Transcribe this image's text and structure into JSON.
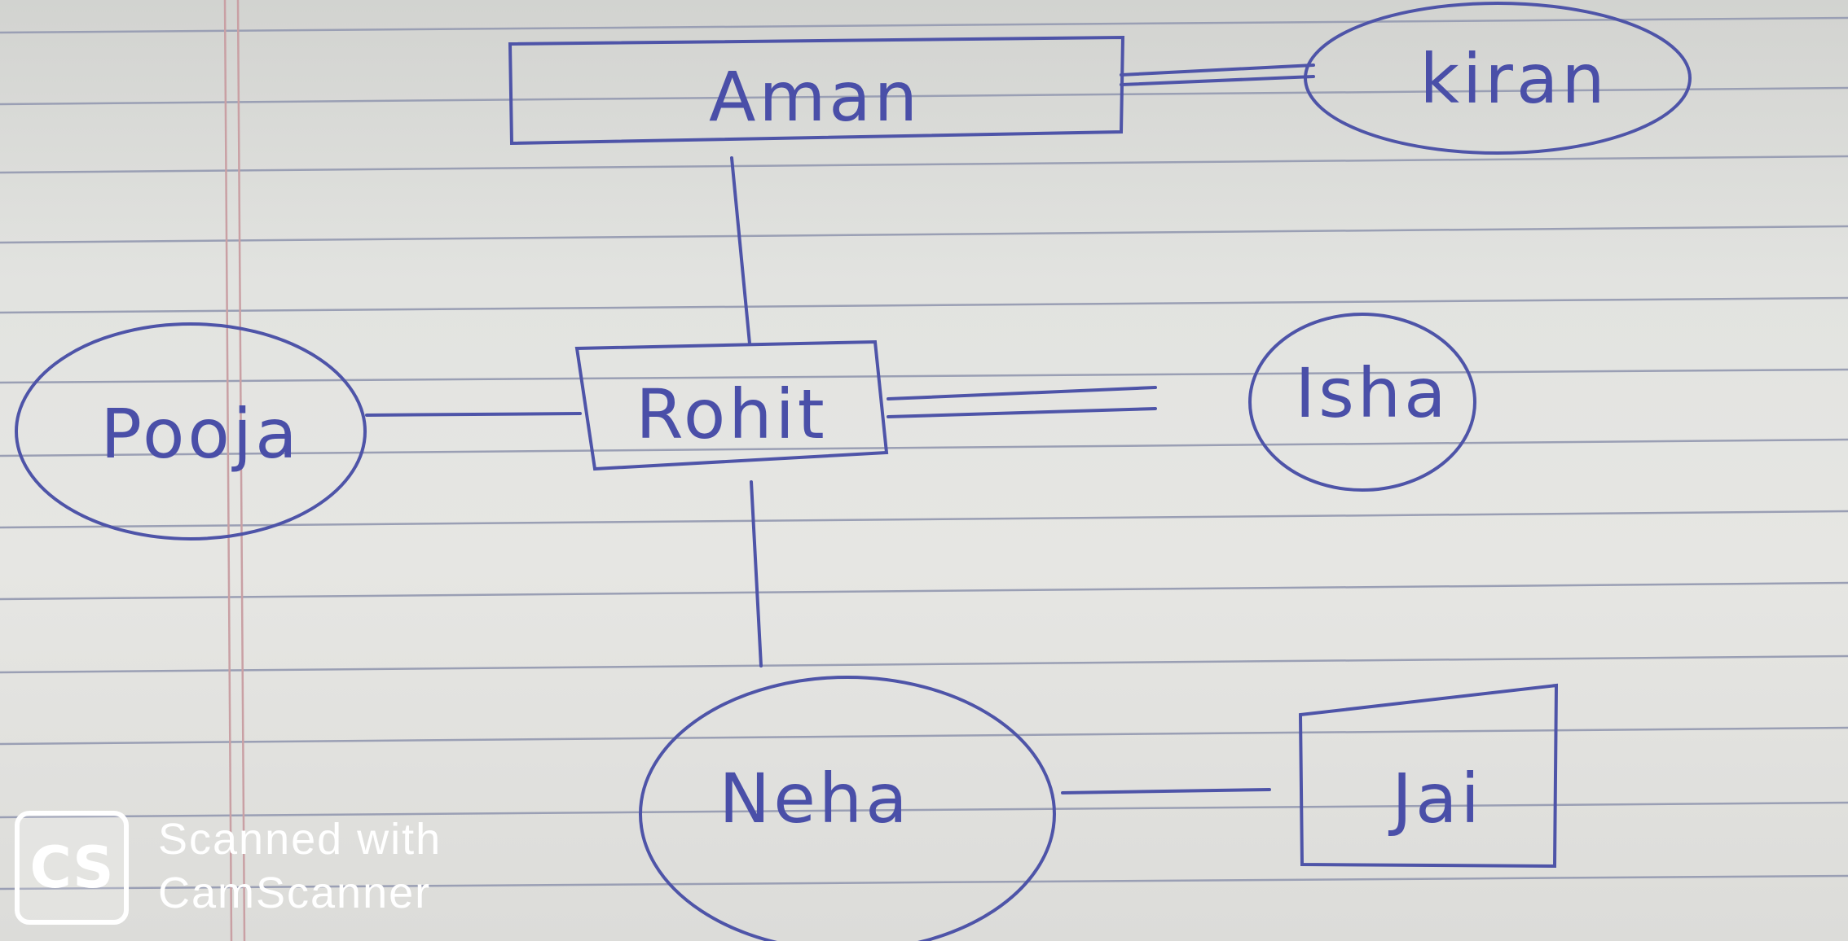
{
  "nodes": {
    "aman": "Aman",
    "kiran": "kiran",
    "rohit": "Rohit",
    "pooja": "Pooja",
    "isha": "Isha",
    "neha": "Neha",
    "jai": "Jai"
  },
  "watermark": {
    "logo": "CS",
    "line1": "Scanned with",
    "line2": "CamScanner"
  },
  "colors": {
    "ink": "#4e54a8",
    "paper": "#e2e3e0",
    "ruling": "#9a9fb4",
    "margin": "#c9a0a4"
  }
}
